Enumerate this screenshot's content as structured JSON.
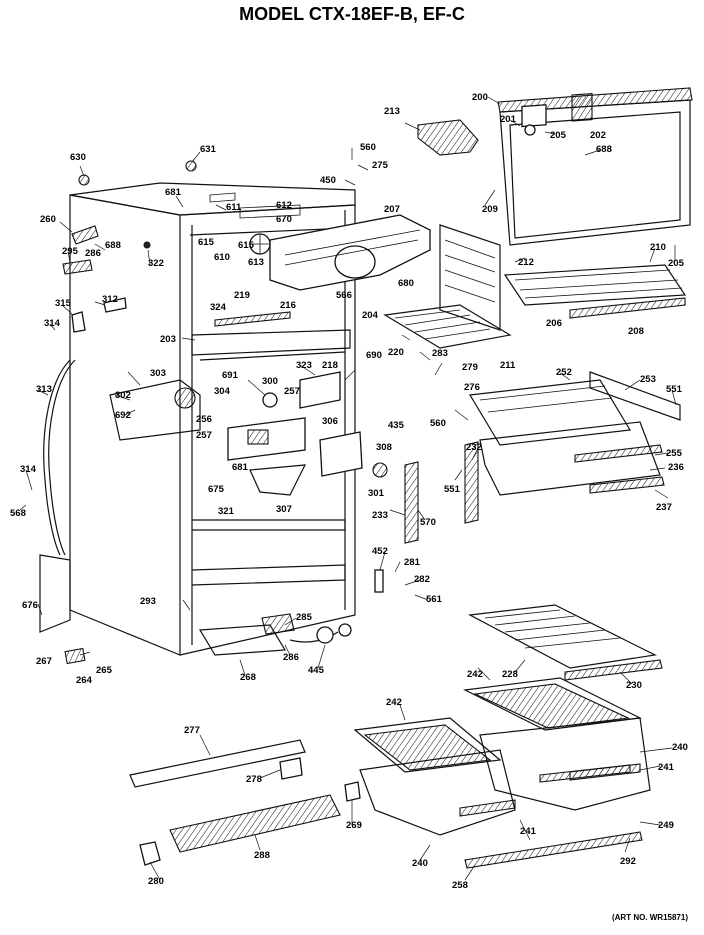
{
  "title": "MODEL CTX-18EF-B, EF-C",
  "art_number": "(ART NO. WR15871)",
  "part_labels": [
    "200",
    "201",
    "205",
    "202",
    "688",
    "213",
    "560",
    "275",
    "450",
    "207",
    "630",
    "631",
    "681",
    "611",
    "612",
    "670",
    "260",
    "286",
    "688",
    "322",
    "295",
    "615",
    "610",
    "615",
    "613",
    "209",
    "210",
    "212",
    "205",
    "680",
    "315",
    "312",
    "324",
    "219",
    "216",
    "566",
    "204",
    "206",
    "208",
    "314",
    "203",
    "218",
    "323",
    "690",
    "220",
    "283",
    "279",
    "211",
    "313",
    "303",
    "302",
    "304",
    "300",
    "257",
    "691",
    "692",
    "256",
    "306",
    "435",
    "252",
    "253",
    "551",
    "276",
    "257",
    "681",
    "308",
    "560",
    "232",
    "255",
    "236",
    "675",
    "301",
    "551",
    "237",
    "314",
    "321",
    "307",
    "233",
    "570",
    "568",
    "452",
    "281",
    "282",
    "561",
    "676",
    "293",
    "285",
    "267",
    "286",
    "445",
    "264",
    "265",
    "268",
    "228",
    "242",
    "230",
    "277",
    "242",
    "240",
    "278",
    "241",
    "269",
    "241",
    "249",
    "288",
    "240",
    "292",
    "280",
    "258"
  ]
}
